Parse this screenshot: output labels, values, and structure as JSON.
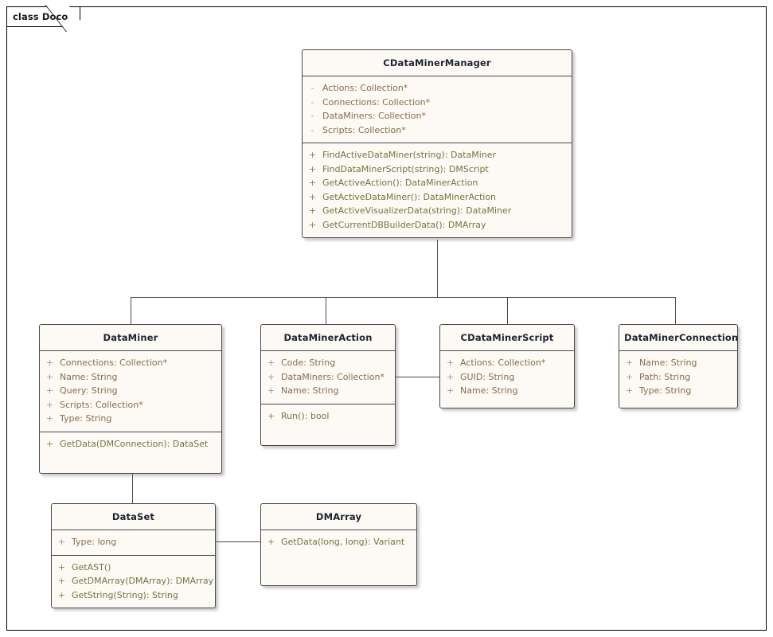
{
  "diagram": {
    "frame_label": "class Doco",
    "type": "uml-class-diagram",
    "colors": {
      "class_fill": "#fdfaf5",
      "class_border": "#4a4a4a",
      "class_name_text": "#1b2430",
      "attribute_text": "#8a6a44",
      "operation_text": "#697a3c",
      "visibility_private": "#9a9a9a",
      "visibility_public": "#7d8c4a",
      "canvas_border": "#000000",
      "connector": "#4a4a4a",
      "canvas_background": "#ffffff"
    }
  },
  "classes": [
    {
      "id": "cdataminermanager",
      "name": "CDataMinerManager",
      "attributes": [
        {
          "visibility": "-",
          "text": "Actions: Collection*"
        },
        {
          "visibility": "-",
          "text": "Connections: Collection*"
        },
        {
          "visibility": "-",
          "text": "DataMiners: Collection*"
        },
        {
          "visibility": "-",
          "text": "Scripts: Collection*"
        }
      ],
      "operations": [
        {
          "visibility": "+",
          "text": "FindActiveDataMiner(string): DataMiner"
        },
        {
          "visibility": "+",
          "text": "FindDataMinerScript(string): DMScript"
        },
        {
          "visibility": "+",
          "text": "GetActiveAction(): DataMinerAction"
        },
        {
          "visibility": "+",
          "text": "GetActiveDataMiner(): DataMinerAction"
        },
        {
          "visibility": "+",
          "text": "GetActiveVisualizerData(string): DataMiner"
        },
        {
          "visibility": "+",
          "text": "GetCurrentDBBuilderData(): DMArray"
        }
      ]
    },
    {
      "id": "dataminer",
      "name": "DataMiner",
      "attributes": [
        {
          "visibility": "+",
          "text": "Connections: Collection*"
        },
        {
          "visibility": "+",
          "text": "Name: String"
        },
        {
          "visibility": "+",
          "text": "Query: String"
        },
        {
          "visibility": "+",
          "text": "Scripts: Collection*"
        },
        {
          "visibility": "+",
          "text": "Type: String"
        }
      ],
      "operations": [
        {
          "visibility": "+",
          "text": "GetData(DMConnection): DataSet"
        }
      ]
    },
    {
      "id": "datamineraction",
      "name": "DataMinerAction",
      "attributes": [
        {
          "visibility": "+",
          "text": "Code: String"
        },
        {
          "visibility": "+",
          "text": "DataMiners: Collection*"
        },
        {
          "visibility": "+",
          "text": "Name: String"
        }
      ],
      "operations": [
        {
          "visibility": "+",
          "text": "Run(): bool"
        }
      ]
    },
    {
      "id": "cdataminerscript",
      "name": "CDataMinerScript",
      "attributes": [
        {
          "visibility": "+",
          "text": "Actions: Collection*"
        },
        {
          "visibility": "+",
          "text": "GUID: String"
        },
        {
          "visibility": "+",
          "text": "Name: String"
        }
      ],
      "operations": []
    },
    {
      "id": "dataminerconnection",
      "name": "DataMinerConnection",
      "attributes": [
        {
          "visibility": "+",
          "text": "Name: String"
        },
        {
          "visibility": "+",
          "text": "Path: String"
        },
        {
          "visibility": "+",
          "text": "Type: String"
        }
      ],
      "operations": []
    },
    {
      "id": "dataset",
      "name": "DataSet",
      "attributes": [
        {
          "visibility": "+",
          "text": "Type: long"
        }
      ],
      "operations": [
        {
          "visibility": "+",
          "text": "GetAST()"
        },
        {
          "visibility": "+",
          "text": "GetDMArray(DMArray): DMArray"
        },
        {
          "visibility": "+",
          "text": "GetString(String): String"
        }
      ]
    },
    {
      "id": "dmarray",
      "name": "DMArray",
      "attributes": [],
      "operations": [
        {
          "visibility": "+",
          "text": "GetData(long, long): Variant"
        }
      ]
    }
  ],
  "connections": [
    {
      "from": "cdataminermanager",
      "to": "dataminer",
      "style": "orthogonal-tree"
    },
    {
      "from": "cdataminermanager",
      "to": "datamineraction",
      "style": "orthogonal-tree"
    },
    {
      "from": "cdataminermanager",
      "to": "cdataminerscript",
      "style": "orthogonal-tree"
    },
    {
      "from": "cdataminermanager",
      "to": "dataminerconnection",
      "style": "orthogonal-tree"
    },
    {
      "from": "dataminer",
      "to": "dataset",
      "style": "vertical"
    },
    {
      "from": "dataset",
      "to": "dmarray",
      "style": "horizontal"
    },
    {
      "from": "datamineraction",
      "to": "cdataminerscript",
      "style": "horizontal"
    }
  ]
}
